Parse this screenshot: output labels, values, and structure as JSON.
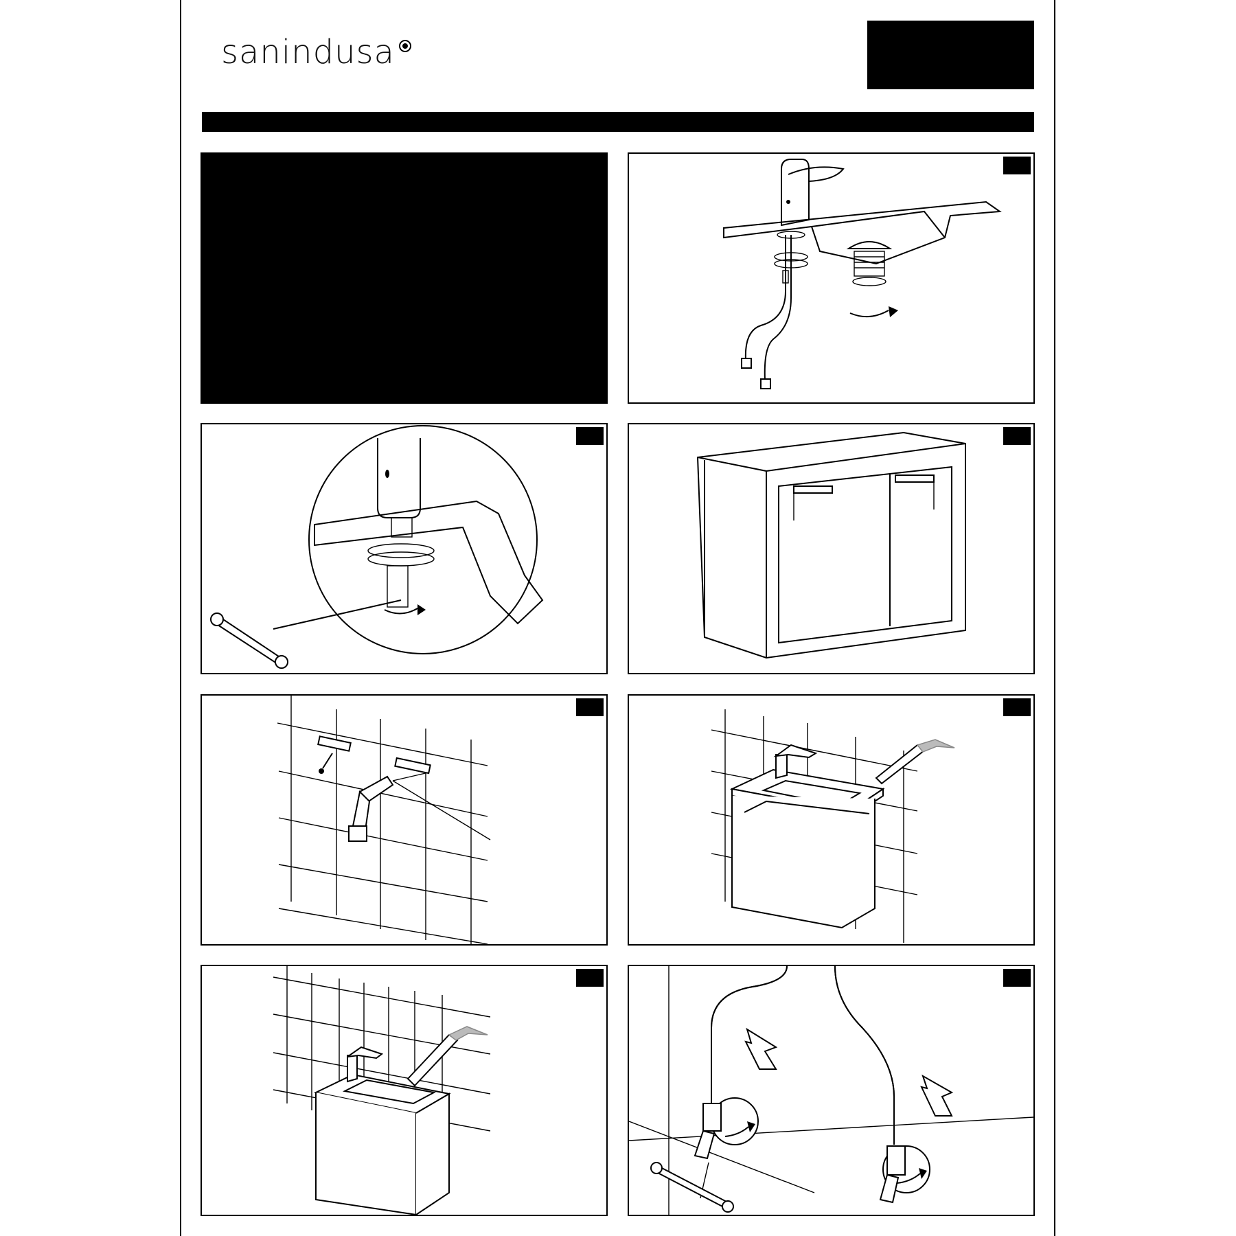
{
  "brand": {
    "name": "sanindusa"
  },
  "colors": {
    "ink": "#000000",
    "paper": "#ffffff"
  },
  "icons": {
    "logo_mark": "concentric-circle-logo-mark",
    "hot_water": "sun-droplet-icon",
    "cold_water": "snowflake-droplet-icon",
    "tool": "wrench-icon",
    "sealant": "caulking-gun-icon",
    "drill": "drill-icon",
    "rotate": "rotate-arrow-icon"
  },
  "steps": [
    {
      "id": 1,
      "illustration": "mount-faucet-and-drain-on-basin"
    },
    {
      "id": 2,
      "illustration": "tighten-faucet-nut-with-wrench"
    },
    {
      "id": 3,
      "illustration": "vanity-cabinet-with-hanging-brackets"
    },
    {
      "id": 4,
      "illustration": "drill-wall-and-fix-brackets"
    },
    {
      "id": 5,
      "illustration": "place-basin-and-apply-silicone"
    },
    {
      "id": 6,
      "illustration": "seal-joint-between-basin-and-wall"
    },
    {
      "id": 7,
      "illustration": "connect-hot-and-cold-supply-hoses"
    }
  ]
}
